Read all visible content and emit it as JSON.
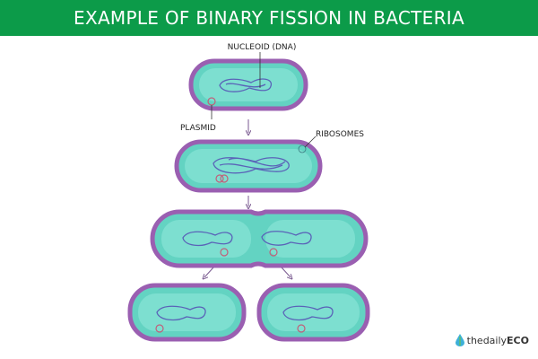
{
  "title": "EXAMPLE OF BINARY FISSION IN BACTERIA",
  "labels": {
    "nucleoid": "NUCLEOID (DNA)",
    "plasmid": "PLASMID",
    "ribosomes": "RIBOSOMES"
  },
  "logo": {
    "prefix": "thedaily",
    "suffix": "ECO"
  },
  "colors": {
    "header": "#0c9b49",
    "membrane": "#9a5fb1",
    "cytoplasm": "#63d3c2",
    "dna": "#5a63b8",
    "plasmid": "#c0607a"
  }
}
